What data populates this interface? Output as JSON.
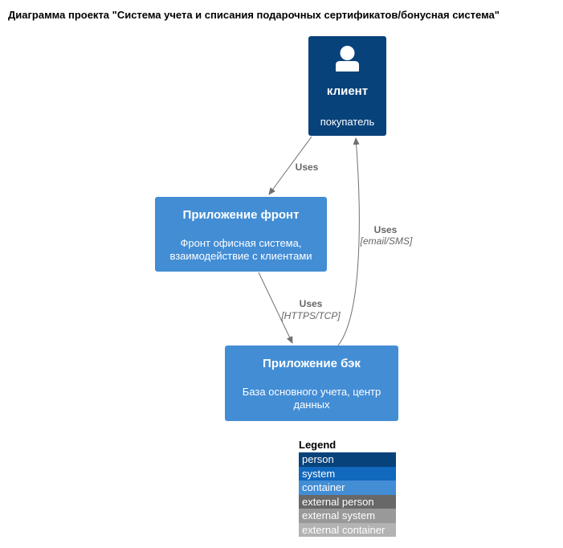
{
  "title": "Диаграмма проекта \"Система учета и списания подарочных сертификатов/бонусная система\"",
  "nodes": {
    "client": {
      "name": "клиент",
      "description": "покупатель",
      "color": "#08427b",
      "icon": "person-icon"
    },
    "front": {
      "name": "Приложение фронт",
      "description": "Фронт офисная система, взаимодействие с клиентами",
      "color": "#438dd5"
    },
    "back": {
      "name": "Приложение бэк",
      "description": "База основного учета, центр данных",
      "color": "#438dd5"
    }
  },
  "edges": [
    {
      "from": "client",
      "to": "front",
      "label": "Uses",
      "technology": ""
    },
    {
      "from": "front",
      "to": "back",
      "label": "Uses",
      "technology": "[HTTPS/TCP]"
    },
    {
      "from": "back",
      "to": "client",
      "label": "Uses",
      "technology": "[email/SMS]"
    }
  ],
  "legend": {
    "title": "Legend",
    "items": [
      {
        "label": "person",
        "color": "#08427b"
      },
      {
        "label": "system",
        "color": "#1168bd"
      },
      {
        "label": "container",
        "color": "#438dd5"
      },
      {
        "label": "external person",
        "color": "#686868"
      },
      {
        "label": "external system",
        "color": "#999999"
      },
      {
        "label": "external container",
        "color": "#b3b3b3"
      }
    ]
  },
  "colors": {
    "edge": "#707070",
    "edge_label": "#666666"
  }
}
